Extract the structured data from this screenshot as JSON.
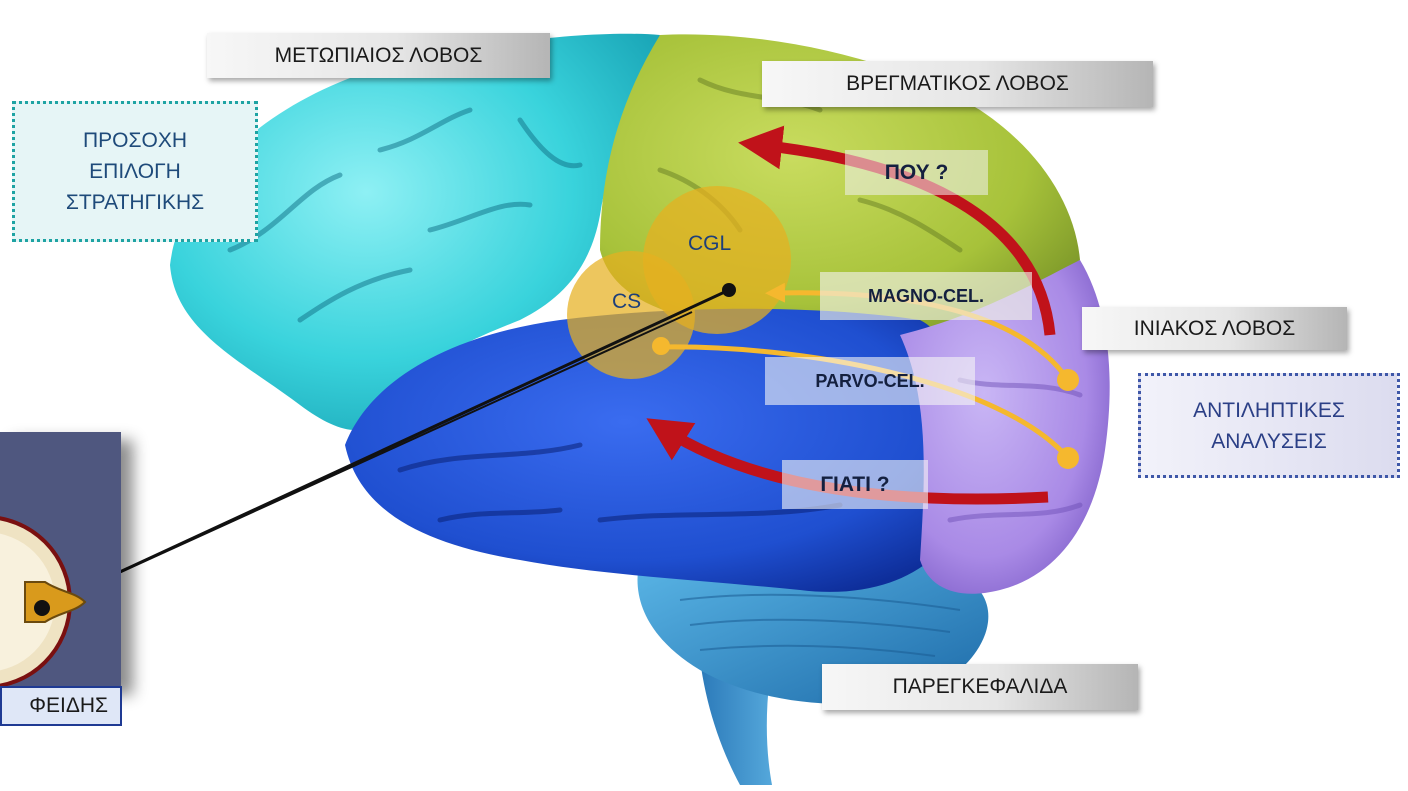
{
  "lobes": {
    "frontal": "ΜΕΤΩΠΙΑΙΟΣ ΛΟΒΟΣ",
    "parietal": "ΒΡΕΓΜΑΤΙΚΟΣ ΛΟΒΟΣ",
    "occipital": "ΙΝΙΑΚΟΣ ΛΟΒΟΣ",
    "cerebellum": "ΠΑΡΕΓΚΕΦΑΛΙΔΑ"
  },
  "functions": {
    "attention": [
      "ΠΡΟΣΟΧΗ",
      "ΕΠΙΛΟΓΗ",
      "ΣΤΡΑΤΗΓΙΚΗΣ"
    ],
    "perceptual": [
      "ΑΝΤΙΛΗΠΤΙΚΕΣ",
      "ΑΝΑΛΥΣΕΙΣ"
    ]
  },
  "streams": {
    "where": "ΠΟΥ ?",
    "why": "ΓΙΑΤΙ ?",
    "magno": "MAGNO-CEL.",
    "parvo": "PARVO-CEL."
  },
  "nuclei": {
    "cgl": "CGL",
    "cs": "CS"
  },
  "eye": {
    "label": "ΦΕΙΔΗΣ"
  },
  "colors": {
    "frontal": "#39d3dc",
    "parietal": "#a7c23a",
    "temporal": "#1f4fd0",
    "occipital": "#a98ae6",
    "cerebellum": "#2e88c4",
    "arrow_red": "#c0121a",
    "arrow_yellow": "#f5b82e",
    "eye_box": "#4f577f"
  }
}
